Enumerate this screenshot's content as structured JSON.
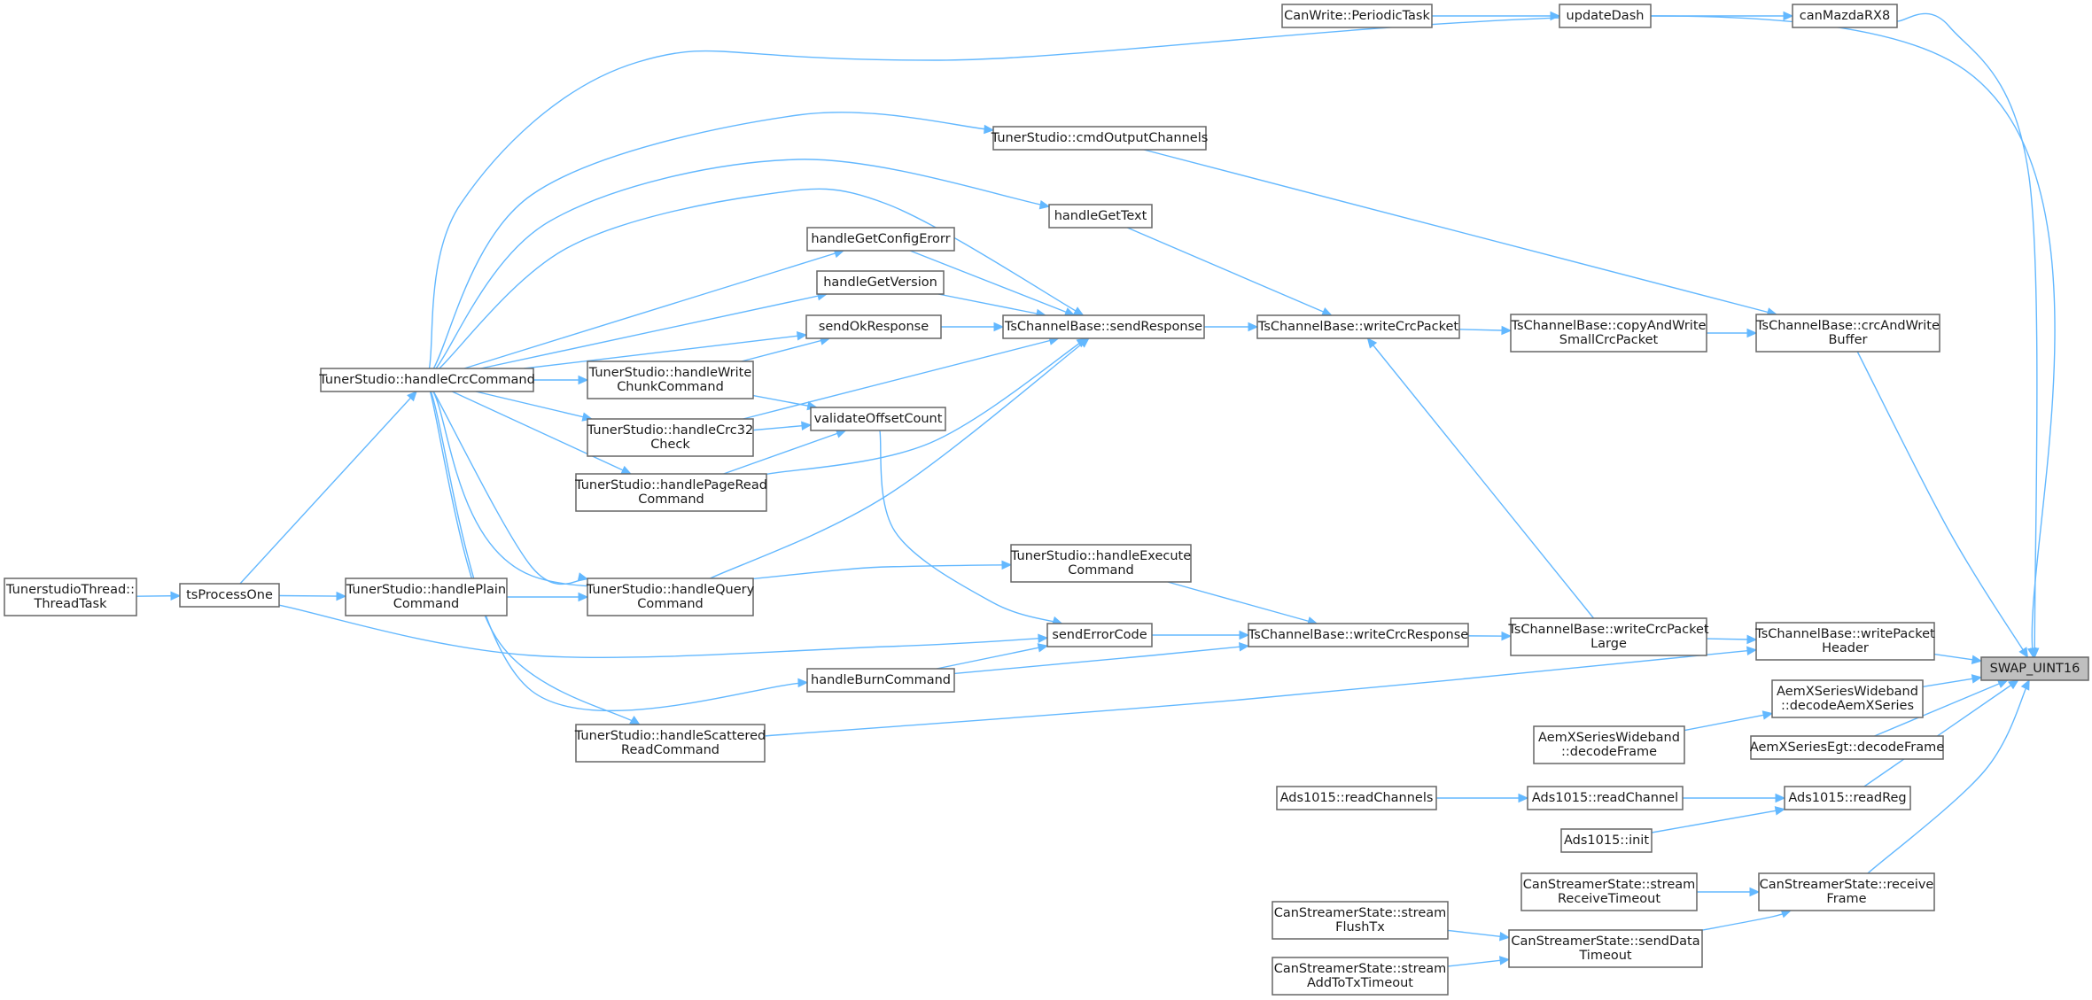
{
  "diagram": {
    "type": "call-graph",
    "colors": {
      "edge": "#63b8ff",
      "node_border": "#666666",
      "root_fill": "#bfbfbf",
      "background": "#ffffff"
    },
    "nodes": [
      {
        "id": "swap",
        "lines": [
          "SWAP_UINT16"
        ],
        "root": true
      },
      {
        "id": "canMazdaRX8",
        "lines": [
          "canMazdaRX8"
        ]
      },
      {
        "id": "updateDash",
        "lines": [
          "updateDash"
        ]
      },
      {
        "id": "canWritePeriodic",
        "lines": [
          "CanWrite::PeriodicTask"
        ]
      },
      {
        "id": "cmdOutputChannels",
        "lines": [
          "TunerStudio::cmdOutputChannels"
        ]
      },
      {
        "id": "handleGetText",
        "lines": [
          "handleGetText"
        ]
      },
      {
        "id": "handleGetConfigErorr",
        "lines": [
          "handleGetConfigErorr"
        ]
      },
      {
        "id": "handleGetVersion",
        "lines": [
          "handleGetVersion"
        ]
      },
      {
        "id": "sendOkResponse",
        "lines": [
          "sendOkResponse"
        ]
      },
      {
        "id": "sendResponse",
        "lines": [
          "TsChannelBase::sendResponse"
        ]
      },
      {
        "id": "writeCrcPacket",
        "lines": [
          "TsChannelBase::writeCrcPacket"
        ]
      },
      {
        "id": "copyAndWrite",
        "lines": [
          "TsChannelBase::copyAndWrite",
          "SmallCrcPacket"
        ]
      },
      {
        "id": "crcAndWrite",
        "lines": [
          "TsChannelBase::crcAndWrite",
          "Buffer"
        ]
      },
      {
        "id": "handleCrcCommand",
        "lines": [
          "TunerStudio::handleCrcCommand"
        ]
      },
      {
        "id": "handleWriteChunk",
        "lines": [
          "TunerStudio::handleWrite",
          "ChunkCommand"
        ]
      },
      {
        "id": "handleCrc32",
        "lines": [
          "TunerStudio::handleCrc32",
          "Check"
        ]
      },
      {
        "id": "validateOffsetCount",
        "lines": [
          "validateOffsetCount"
        ]
      },
      {
        "id": "handlePageRead",
        "lines": [
          "TunerStudio::handlePageRead",
          "Command"
        ]
      },
      {
        "id": "handleExecute",
        "lines": [
          "TunerStudio::handleExecute",
          "Command"
        ]
      },
      {
        "id": "tunerstudioThread",
        "lines": [
          "TunerstudioThread::",
          "ThreadTask"
        ]
      },
      {
        "id": "tsProcessOne",
        "lines": [
          "tsProcessOne"
        ]
      },
      {
        "id": "handlePlain",
        "lines": [
          "TunerStudio::handlePlain",
          "Command"
        ]
      },
      {
        "id": "handleQuery",
        "lines": [
          "TunerStudio::handleQuery",
          "Command"
        ]
      },
      {
        "id": "sendErrorCode",
        "lines": [
          "sendErrorCode"
        ]
      },
      {
        "id": "writeCrcResponse",
        "lines": [
          "TsChannelBase::writeCrcResponse"
        ]
      },
      {
        "id": "writeCrcPacketLarge",
        "lines": [
          "TsChannelBase::writeCrcPacket",
          "Large"
        ]
      },
      {
        "id": "writePacketHeader",
        "lines": [
          "TsChannelBase::writePacket",
          "Header"
        ]
      },
      {
        "id": "handleBurn",
        "lines": [
          "handleBurnCommand"
        ]
      },
      {
        "id": "handleScattered",
        "lines": [
          "TunerStudio::handleScattered",
          "ReadCommand"
        ]
      },
      {
        "id": "decodeAemXSeries",
        "lines": [
          "AemXSeriesWideband",
          "::decodeAemXSeries"
        ]
      },
      {
        "id": "aemDecodeFrame",
        "lines": [
          "AemXSeriesWideband",
          "::decodeFrame"
        ]
      },
      {
        "id": "aemEgtDecodeFrame",
        "lines": [
          "AemXSeriesEgt::decodeFrame"
        ]
      },
      {
        "id": "adsReadChannels",
        "lines": [
          "Ads1015::readChannels"
        ]
      },
      {
        "id": "adsReadChannel",
        "lines": [
          "Ads1015::readChannel"
        ]
      },
      {
        "id": "adsReadReg",
        "lines": [
          "Ads1015::readReg"
        ]
      },
      {
        "id": "adsInit",
        "lines": [
          "Ads1015::init"
        ]
      },
      {
        "id": "streamReceiveTimeout",
        "lines": [
          "CanStreamerState::stream",
          "ReceiveTimeout"
        ]
      },
      {
        "id": "receiveFrame",
        "lines": [
          "CanStreamerState::receive",
          "Frame"
        ]
      },
      {
        "id": "streamFlushTx",
        "lines": [
          "CanStreamerState::stream",
          "FlushTx"
        ]
      },
      {
        "id": "sendDataTimeout",
        "lines": [
          "CanStreamerState::sendData",
          "Timeout"
        ]
      },
      {
        "id": "streamAddToTx",
        "lines": [
          "CanStreamerState::stream",
          "AddToTxTimeout"
        ]
      }
    ],
    "edges": [
      [
        "canWritePeriodic",
        "updateDash"
      ],
      [
        "updateDash",
        "canMazdaRX8"
      ],
      [
        "canMazdaRX8",
        "swap"
      ],
      [
        "handleCrcCommand",
        "swap"
      ],
      [
        "handleCrcCommand",
        "cmdOutputChannels"
      ],
      [
        "cmdOutputChannels",
        "crcAndWrite"
      ],
      [
        "handleCrcCommand",
        "handleGetText"
      ],
      [
        "handleGetText",
        "writeCrcPacket"
      ],
      [
        "handleCrcCommand",
        "sendResponse"
      ],
      [
        "handleCrcCommand",
        "handleGetConfigErorr"
      ],
      [
        "handleGetConfigErorr",
        "sendResponse"
      ],
      [
        "handleCrcCommand",
        "handleGetVersion"
      ],
      [
        "handleGetVersion",
        "sendResponse"
      ],
      [
        "handleCrcCommand",
        "sendOkResponse"
      ],
      [
        "sendOkResponse",
        "sendResponse"
      ],
      [
        "sendResponse",
        "writeCrcPacket"
      ],
      [
        "writeCrcPacket",
        "copyAndWrite"
      ],
      [
        "copyAndWrite",
        "crcAndWrite"
      ],
      [
        "crcAndWrite",
        "swap"
      ],
      [
        "handleCrcCommand",
        "handleWriteChunk"
      ],
      [
        "handleWriteChunk",
        "sendOkResponse"
      ],
      [
        "handleWriteChunk",
        "validateOffsetCount"
      ],
      [
        "handleCrcCommand",
        "handleCrc32"
      ],
      [
        "handleCrc32",
        "sendResponse"
      ],
      [
        "handleCrc32",
        "validateOffsetCount"
      ],
      [
        "handleCrcCommand",
        "handlePageRead"
      ],
      [
        "handlePageRead",
        "sendResponse"
      ],
      [
        "handlePageRead",
        "validateOffsetCount"
      ],
      [
        "validateOffsetCount",
        "sendErrorCode"
      ],
      [
        "handleCrcCommand",
        "handleExecute"
      ],
      [
        "handleExecute",
        "writeCrcResponse"
      ],
      [
        "tunerstudioThread",
        "tsProcessOne"
      ],
      [
        "tsProcessOne",
        "handleCrcCommand"
      ],
      [
        "tsProcessOne",
        "handlePlain"
      ],
      [
        "handlePlain",
        "handleQuery"
      ],
      [
        "handleCrcCommand",
        "handleQuery"
      ],
      [
        "handleQuery",
        "sendResponse"
      ],
      [
        "tsProcessOne",
        "sendErrorCode"
      ],
      [
        "sendErrorCode",
        "writeCrcResponse"
      ],
      [
        "writeCrcResponse",
        "writeCrcPacketLarge"
      ],
      [
        "writeCrcPacketLarge",
        "writeCrcPacket"
      ],
      [
        "writeCrcPacketLarge",
        "writePacketHeader"
      ],
      [
        "writePacketHeader",
        "swap"
      ],
      [
        "handleCrcCommand",
        "handleBurn"
      ],
      [
        "handleBurn",
        "sendErrorCode"
      ],
      [
        "handleBurn",
        "writeCrcResponse"
      ],
      [
        "handleCrcCommand",
        "handleScattered"
      ],
      [
        "handleScattered",
        "writePacketHeader"
      ],
      [
        "decodeAemXSeries",
        "swap"
      ],
      [
        "aemDecodeFrame",
        "decodeAemXSeries"
      ],
      [
        "aemEgtDecodeFrame",
        "swap"
      ],
      [
        "adsReadChannels",
        "adsReadChannel"
      ],
      [
        "adsReadChannel",
        "adsReadReg"
      ],
      [
        "adsInit",
        "adsReadReg"
      ],
      [
        "adsReadReg",
        "swap"
      ],
      [
        "streamReceiveTimeout",
        "receiveFrame"
      ],
      [
        "receiveFrame",
        "swap"
      ],
      [
        "streamFlushTx",
        "sendDataTimeout"
      ],
      [
        "streamAddToTx",
        "sendDataTimeout"
      ],
      [
        "sendDataTimeout",
        "receiveFrame"
      ]
    ]
  }
}
